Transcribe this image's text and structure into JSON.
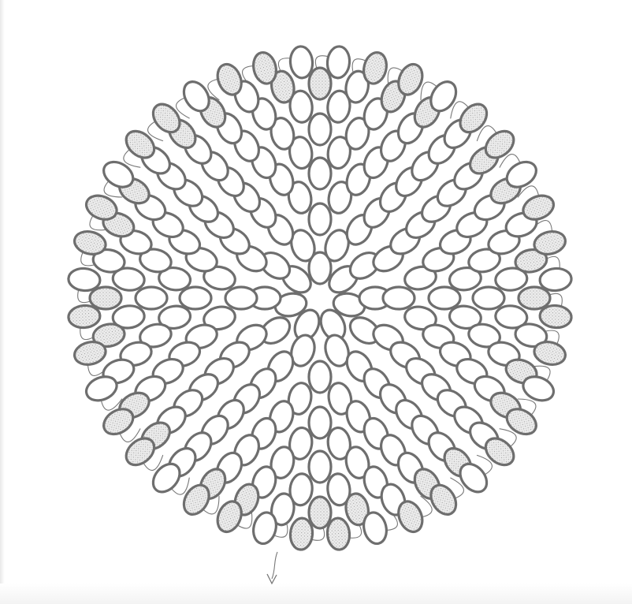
{
  "diagram": {
    "type": "beading-pattern",
    "subject": "circular-bead-rosette",
    "rings": [
      {
        "beads": 7,
        "radius_px": 38
      },
      {
        "beads": 10,
        "radius_px": 70
      },
      {
        "beads": 12,
        "radius_px": 100
      },
      {
        "beads": 16,
        "radius_px": 130
      },
      {
        "beads": 20,
        "radius_px": 158
      },
      {
        "beads": 24,
        "radius_px": 186
      },
      {
        "beads": 28,
        "radius_px": 214
      },
      {
        "beads": 32,
        "radius_px": 244
      },
      {
        "beads": 36,
        "radius_px": 272
      },
      {
        "beads": 40,
        "radius_px": 300
      }
    ],
    "colors": {
      "background": "#ffffff",
      "bead_outline": "#6e6e6e",
      "bead_fill": "#ffffff",
      "outer_bead_fill": "#d7d7d7",
      "thread": "#777777"
    },
    "thread_exit_arrow": "bottom"
  }
}
